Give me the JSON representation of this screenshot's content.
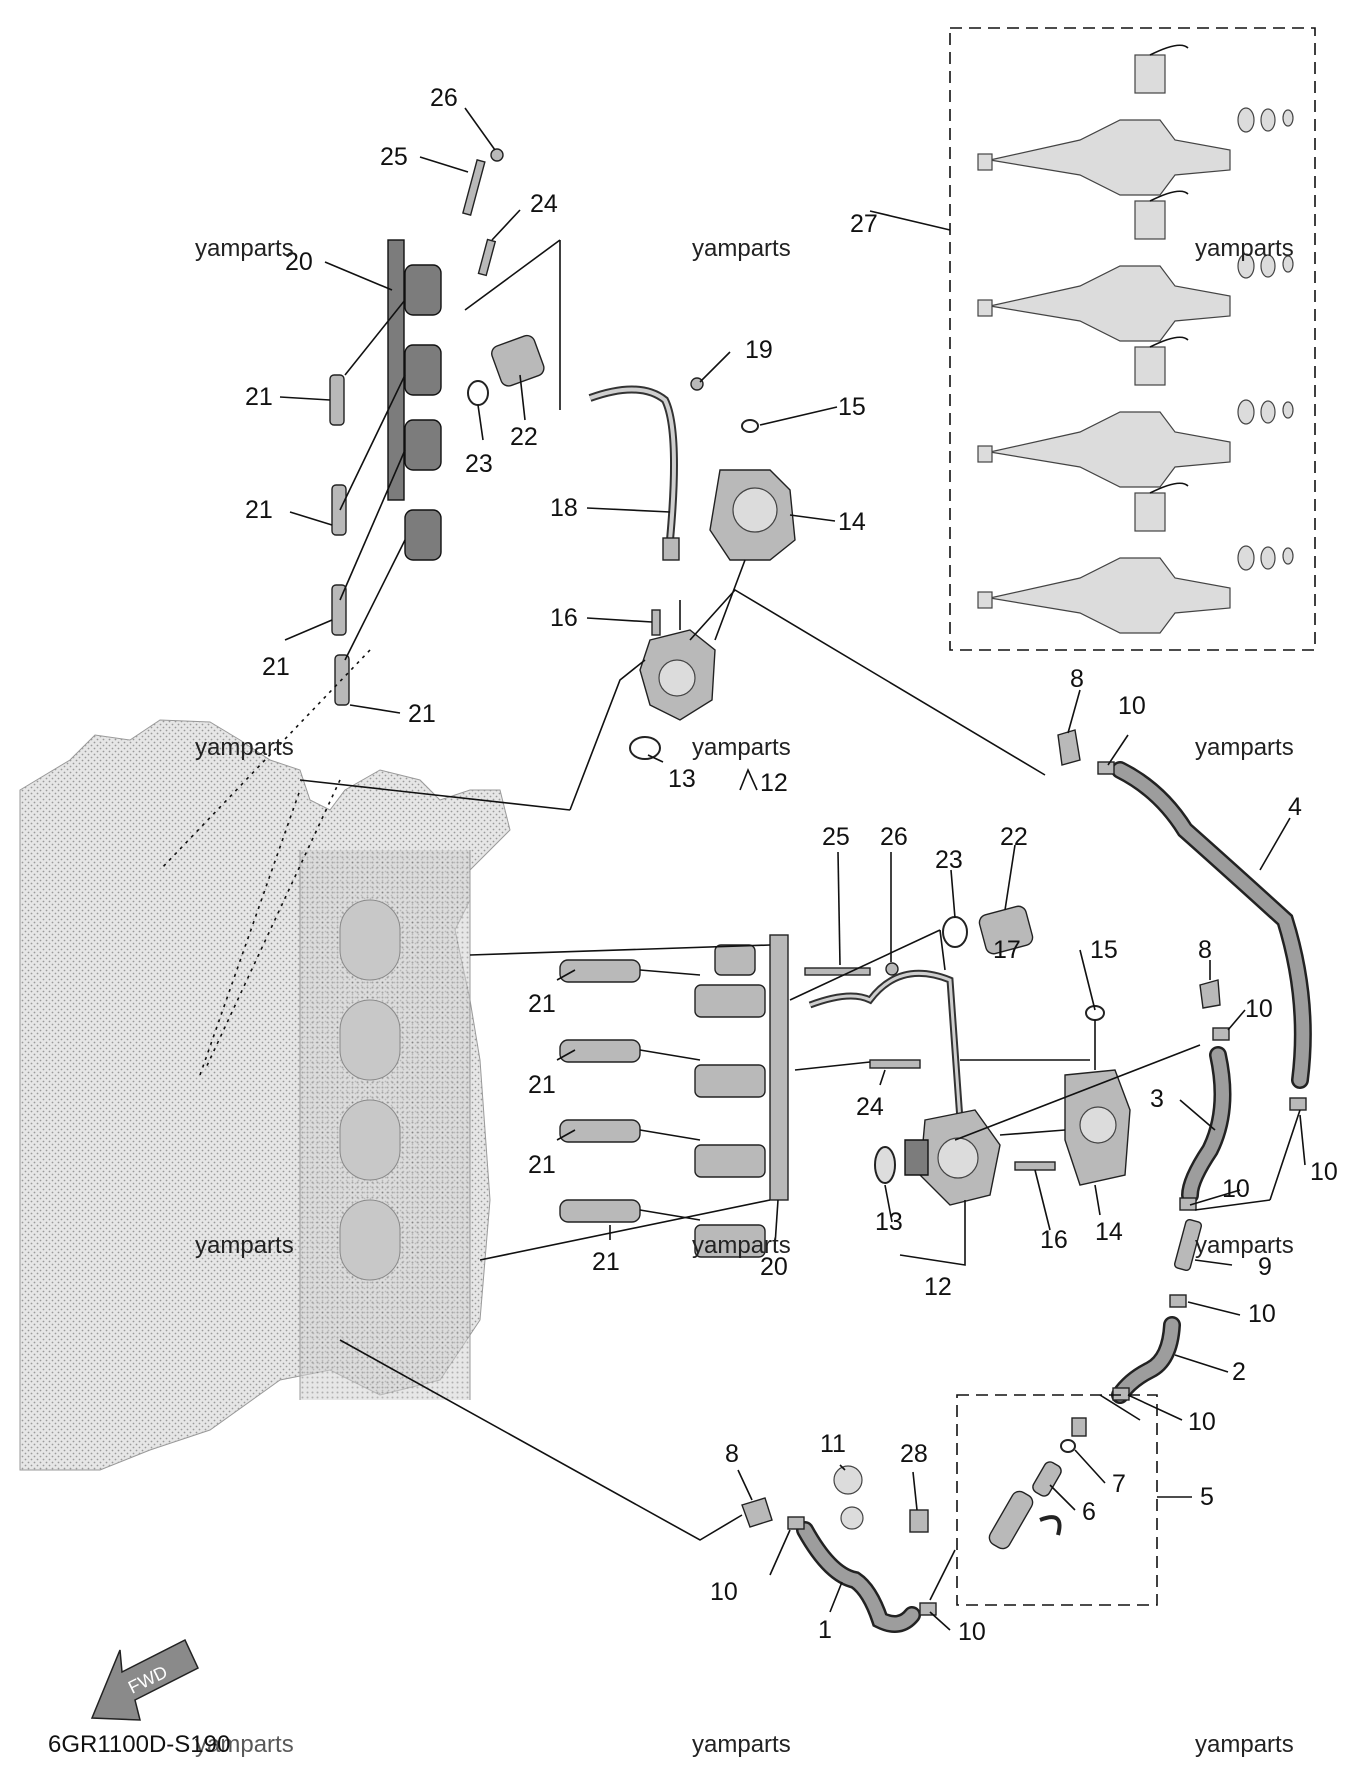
{
  "diagram_code": "6GR1100D-S190",
  "watermark": "yamparts",
  "fwd_label": "FWD",
  "colors": {
    "line": "#111111",
    "part": "#b9b9b9",
    "engine": "#d8d8d8"
  },
  "callouts": {
    "1": "1",
    "2": "2",
    "3": "3",
    "4": "4",
    "5": "5",
    "6": "6",
    "7": "7",
    "8": "8",
    "9": "9",
    "10": "10",
    "11": "11",
    "12": "12",
    "13": "13",
    "14": "14",
    "15": "15",
    "16": "16",
    "17": "17",
    "18": "18",
    "19": "19",
    "20": "20",
    "21": "21",
    "22": "22",
    "23": "23",
    "24": "24",
    "25": "25",
    "26": "26",
    "27": "27",
    "28": "28"
  }
}
